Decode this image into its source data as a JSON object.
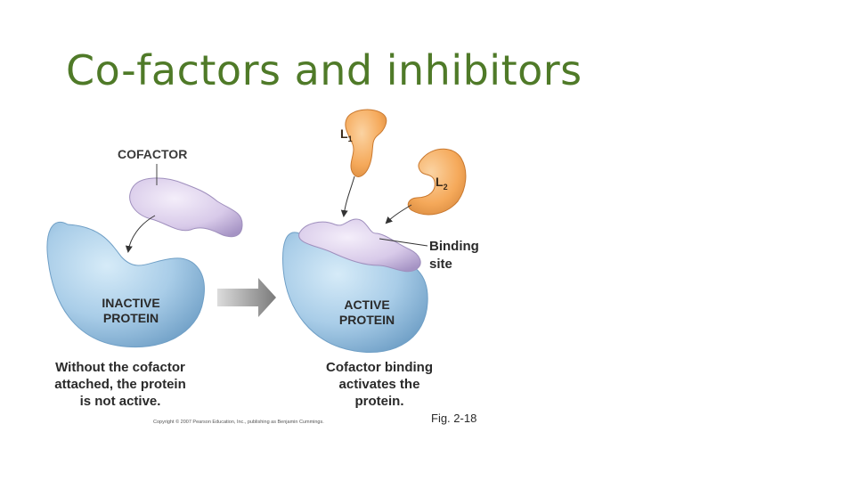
{
  "title": "Co-factors and inhibitors",
  "figure": {
    "cofactor_label": "COFACTOR",
    "l1_label": "L",
    "l1_sub": "1",
    "l2_label": "L",
    "l2_sub": "2",
    "inactive_label": "INACTIVE\nPROTEIN",
    "active_label": "ACTIVE\nPROTEIN",
    "binding_site_label": "Binding\nsite",
    "caption_left": "Without the cofactor\nattached, the protein\nis not active.",
    "caption_right": "Cofactor binding\nactivates the\nprotein.",
    "copyright": "Copyright © 2007 Pearson Education, Inc., publishing as Benjamin Cummings.",
    "figure_number": "Fig. 2-18",
    "colors": {
      "protein": "#a9cde8",
      "protein_edge": "#6f9fc6",
      "cofactor": "#ddd0ec",
      "cofactor_edge": "#9f8fbd",
      "ligand": "#f5a95a",
      "ligand_edge": "#c9782e",
      "arrow": "#8a8a8a",
      "title": "#4f7a28"
    }
  }
}
